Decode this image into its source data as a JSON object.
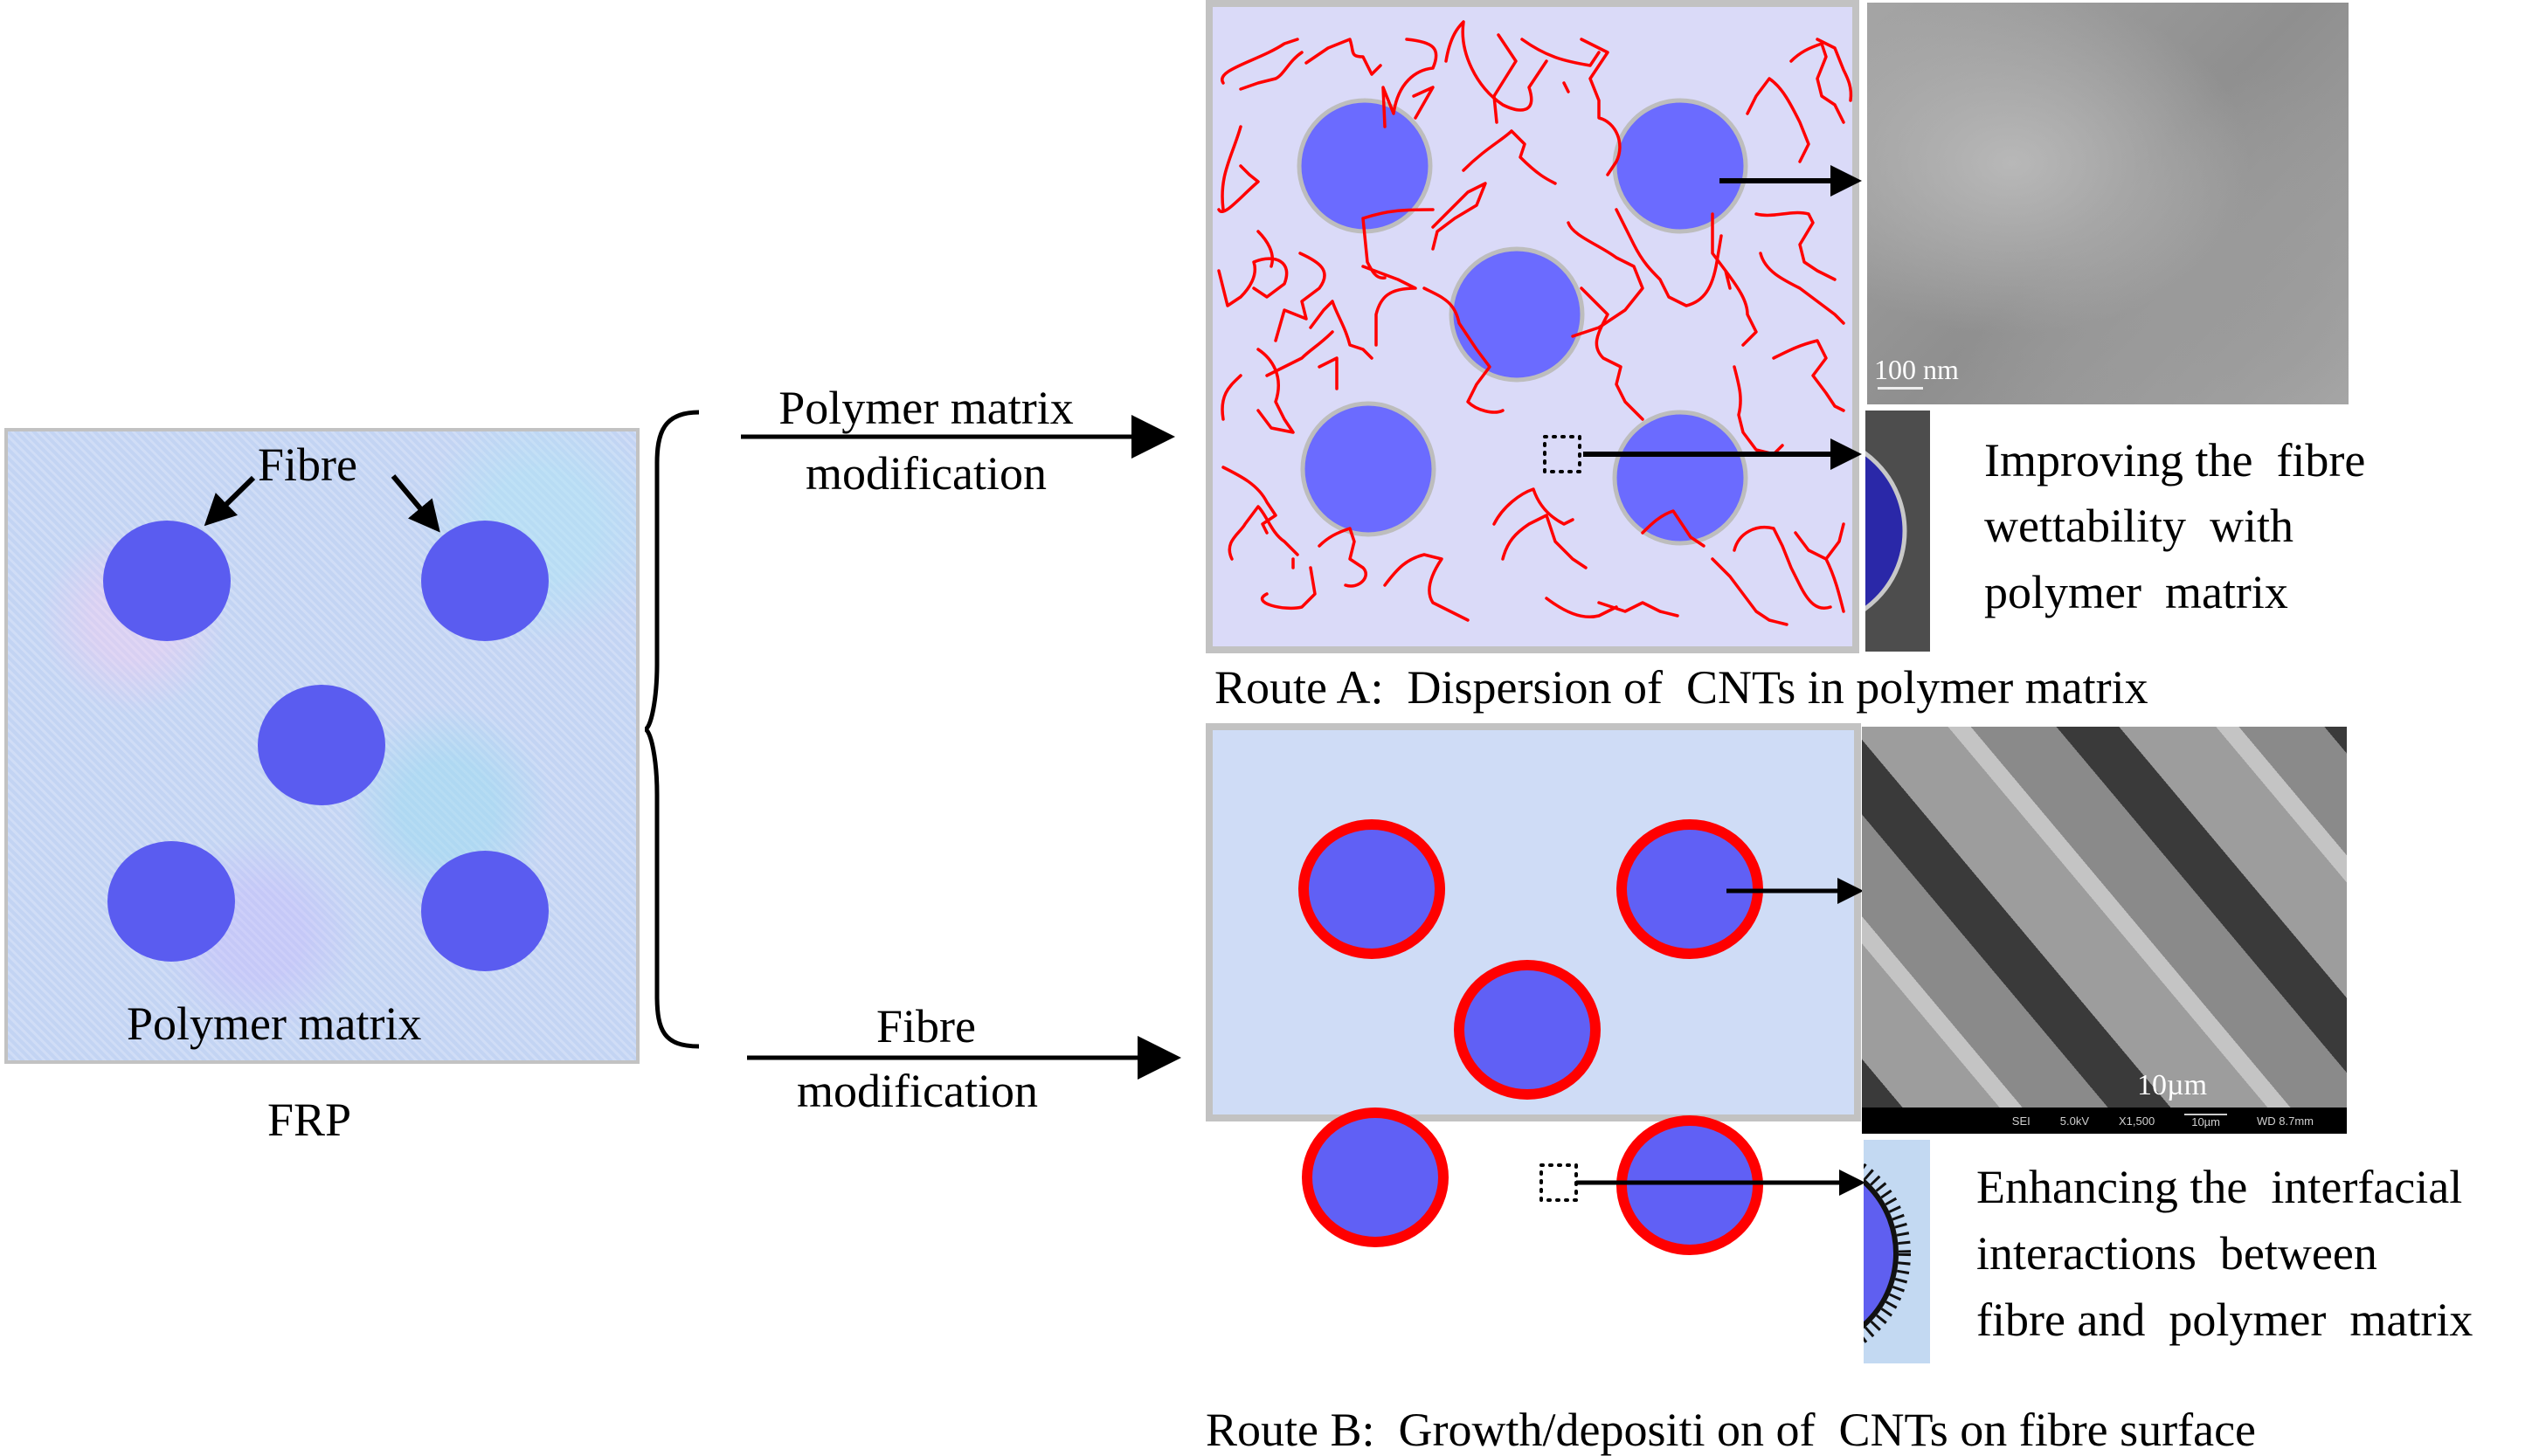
{
  "figure": {
    "frp_panel": {
      "fibre_label": "Fibre",
      "matrix_label": "Polymer matrix",
      "caption": "FRP",
      "fibre_color": "#5a5cf0",
      "matrix_color": "#c9d8f5"
    },
    "branches": {
      "top_arrow_label_line1": "Polymer matrix",
      "top_arrow_label_line2": "modification",
      "bottom_arrow_label_line1": "Fibre",
      "bottom_arrow_label_line2": "modification"
    },
    "route_a": {
      "caption": "Route A:  Dispersion of  CNTs in polymer matrix",
      "cnt_color": "#ff0000",
      "fibre_color": "#6b6bff",
      "background_color": "#dadaf8",
      "micrograph_scale_bar": "100 nm",
      "inset_text_line1": "Improving the  fibre",
      "inset_text_line2": "wettability  with",
      "inset_text_line3": "polymer  matrix"
    },
    "route_b": {
      "caption": "Route B:  Growth/depositi on of  CNTs on fibre surface",
      "coating_color": "#ff0000",
      "fibre_color": "#6060f5",
      "micrograph_scale_bar": "10µm",
      "micrograph_info": [
        "SEI",
        "5.0kV",
        "X1,500",
        "10µm",
        "WD 8.7mm"
      ],
      "inset_text_line1": "Enhancing the  interfacial",
      "inset_text_line2": "interactions  between",
      "inset_text_line3": "fibre and  polymer  matrix"
    }
  }
}
